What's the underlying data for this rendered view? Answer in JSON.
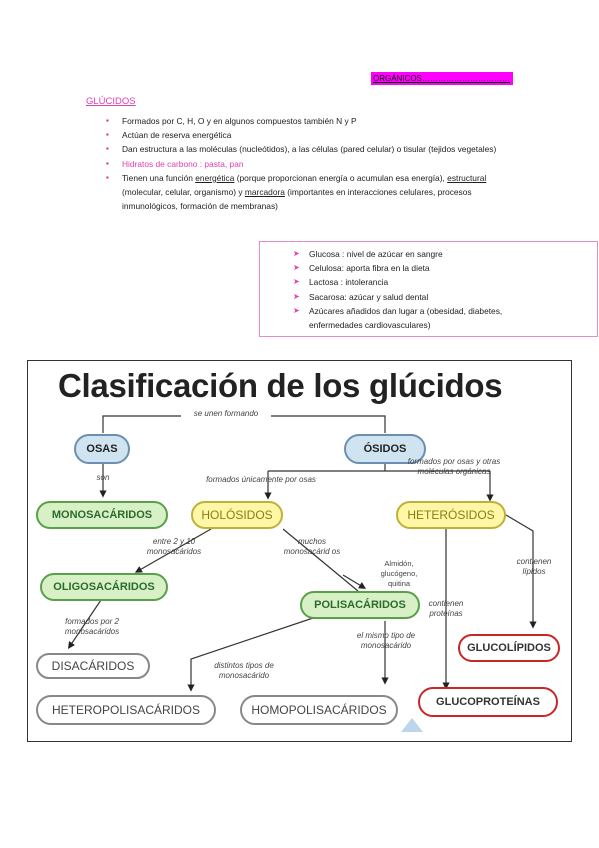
{
  "header": {
    "highlight": "ORGÁNICOS……………………………"
  },
  "section_title": "GLÚCIDOS",
  "bullets": [
    "Formados por C, H, O y en algunos compuestos también N y P",
    "Actúan de reserva energética",
    "Dan estructura a las moléculas (nucleótidos),  a las células (pared celular) o tisular (tejidos vegetales)",
    "Hidratos de carbono : pasta, pan"
  ],
  "function_bullet": {
    "p1": "Tienen una función ",
    "w1": "energética",
    "p2": " (porque proporcionan energía o acumulan esa energía), ",
    "w2": "estructural",
    "p3": " (molecular, celular, organismo) y ",
    "w3": "marcadora",
    "p4": " (importantes en interacciones celulares, procesos inmunológicos, formación de membranas)"
  },
  "box_items": [
    "Glucosa : nivel de azúcar en sangre",
    "Celulosa: aporta fibra en la dieta",
    "Lactosa : intolerancia",
    "Sacarosa: azúcar y salud dental",
    "Azúcares añadidos dan lugar a (obesidad, diabetes, enfermedades cardiovasculares)"
  ],
  "diagram": {
    "title": "Clasificación de los glúcidos",
    "nodes": {
      "osas": "OSAS",
      "osidos": "ÓSIDOS",
      "monosacaridos": "MONOSACÁRIDOS",
      "holosidos": "HOLÓSIDOS",
      "heterosidos": "HETERÓSIDOS",
      "oligosacaridos": "OLIGOSACÁRIDOS",
      "polisacaridos": "POLISACÁRIDOS",
      "disacaridos": "DISACÁRIDOS",
      "heteropolisacaridos": "HETEROPOLISACÁRIDOS",
      "homopolisacaridos": "HOMOPOLISACÁRIDOS",
      "glucolipidos": "GLUCOLÍPIDOS",
      "glucoproteinas": "GLUCOPROTEÍNAS"
    },
    "labels": {
      "se_unen": "se unen formando",
      "son": "son",
      "formados_osas": "formados únicamente por osas",
      "formados_otras": "formados por osas y otras moléculas orgánicas",
      "entre_2_10": "entre 2 y 10 monosacáridos",
      "muchos": "muchos monosacárid os",
      "ejemplos": "Almidón, glucógeno, quitina",
      "formados_por_2": "formados por 2 monosacáridos",
      "contienen_proteinas": "contienen proteínas",
      "contienen_lipidos": "contienen lípidos",
      "mismo_tipo": "el mismo tipo de monosacárido",
      "distintos_tipos": "distintos tipos de monosacárido"
    }
  }
}
